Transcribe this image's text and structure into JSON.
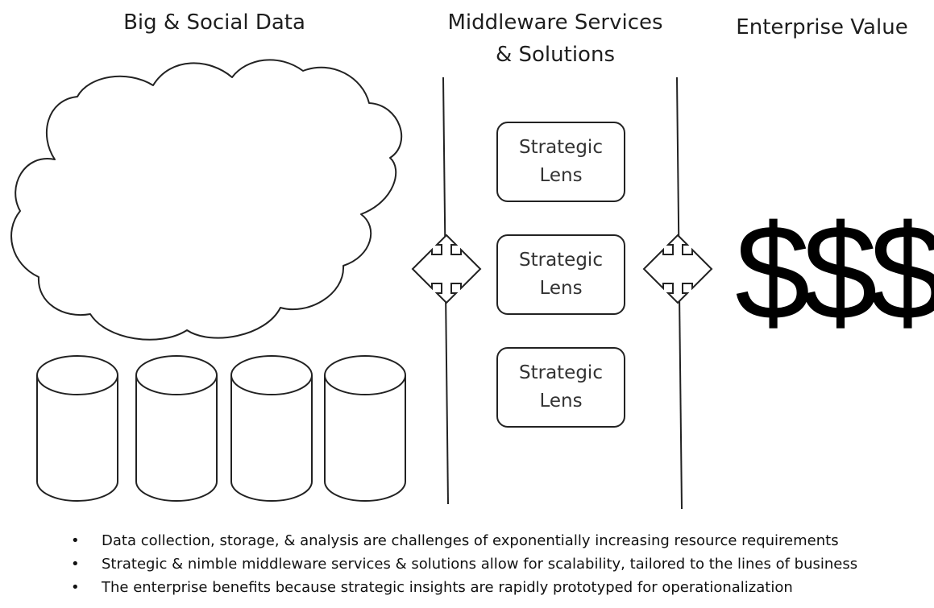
{
  "headers": {
    "left": "Big & Social Data",
    "middle_line1": "Middleware Services",
    "middle_line2": "& Solutions",
    "right": "Enterprise Value"
  },
  "lenses": [
    {
      "line1": "Strategic",
      "line2": "Lens"
    },
    {
      "line1": "Strategic",
      "line2": "Lens"
    },
    {
      "line1": "Strategic",
      "line2": "Lens"
    }
  ],
  "value_symbol": "$$$",
  "bullets": [
    "Data collection, storage, & analysis are challenges of exponentially increasing resource requirements",
    "Strategic & nimble middleware services & solutions allow for scalability, tailored to the lines of business",
    "The enterprise benefits because strategic insights are rapidly prototyped for operationalization"
  ],
  "icons": [
    "cloud-icon",
    "database-icon",
    "four-way-arrow-icon",
    "dollar-icon"
  ],
  "colors": {
    "stroke": "#222222",
    "text": "#1a1a1a",
    "background": "#ffffff"
  }
}
